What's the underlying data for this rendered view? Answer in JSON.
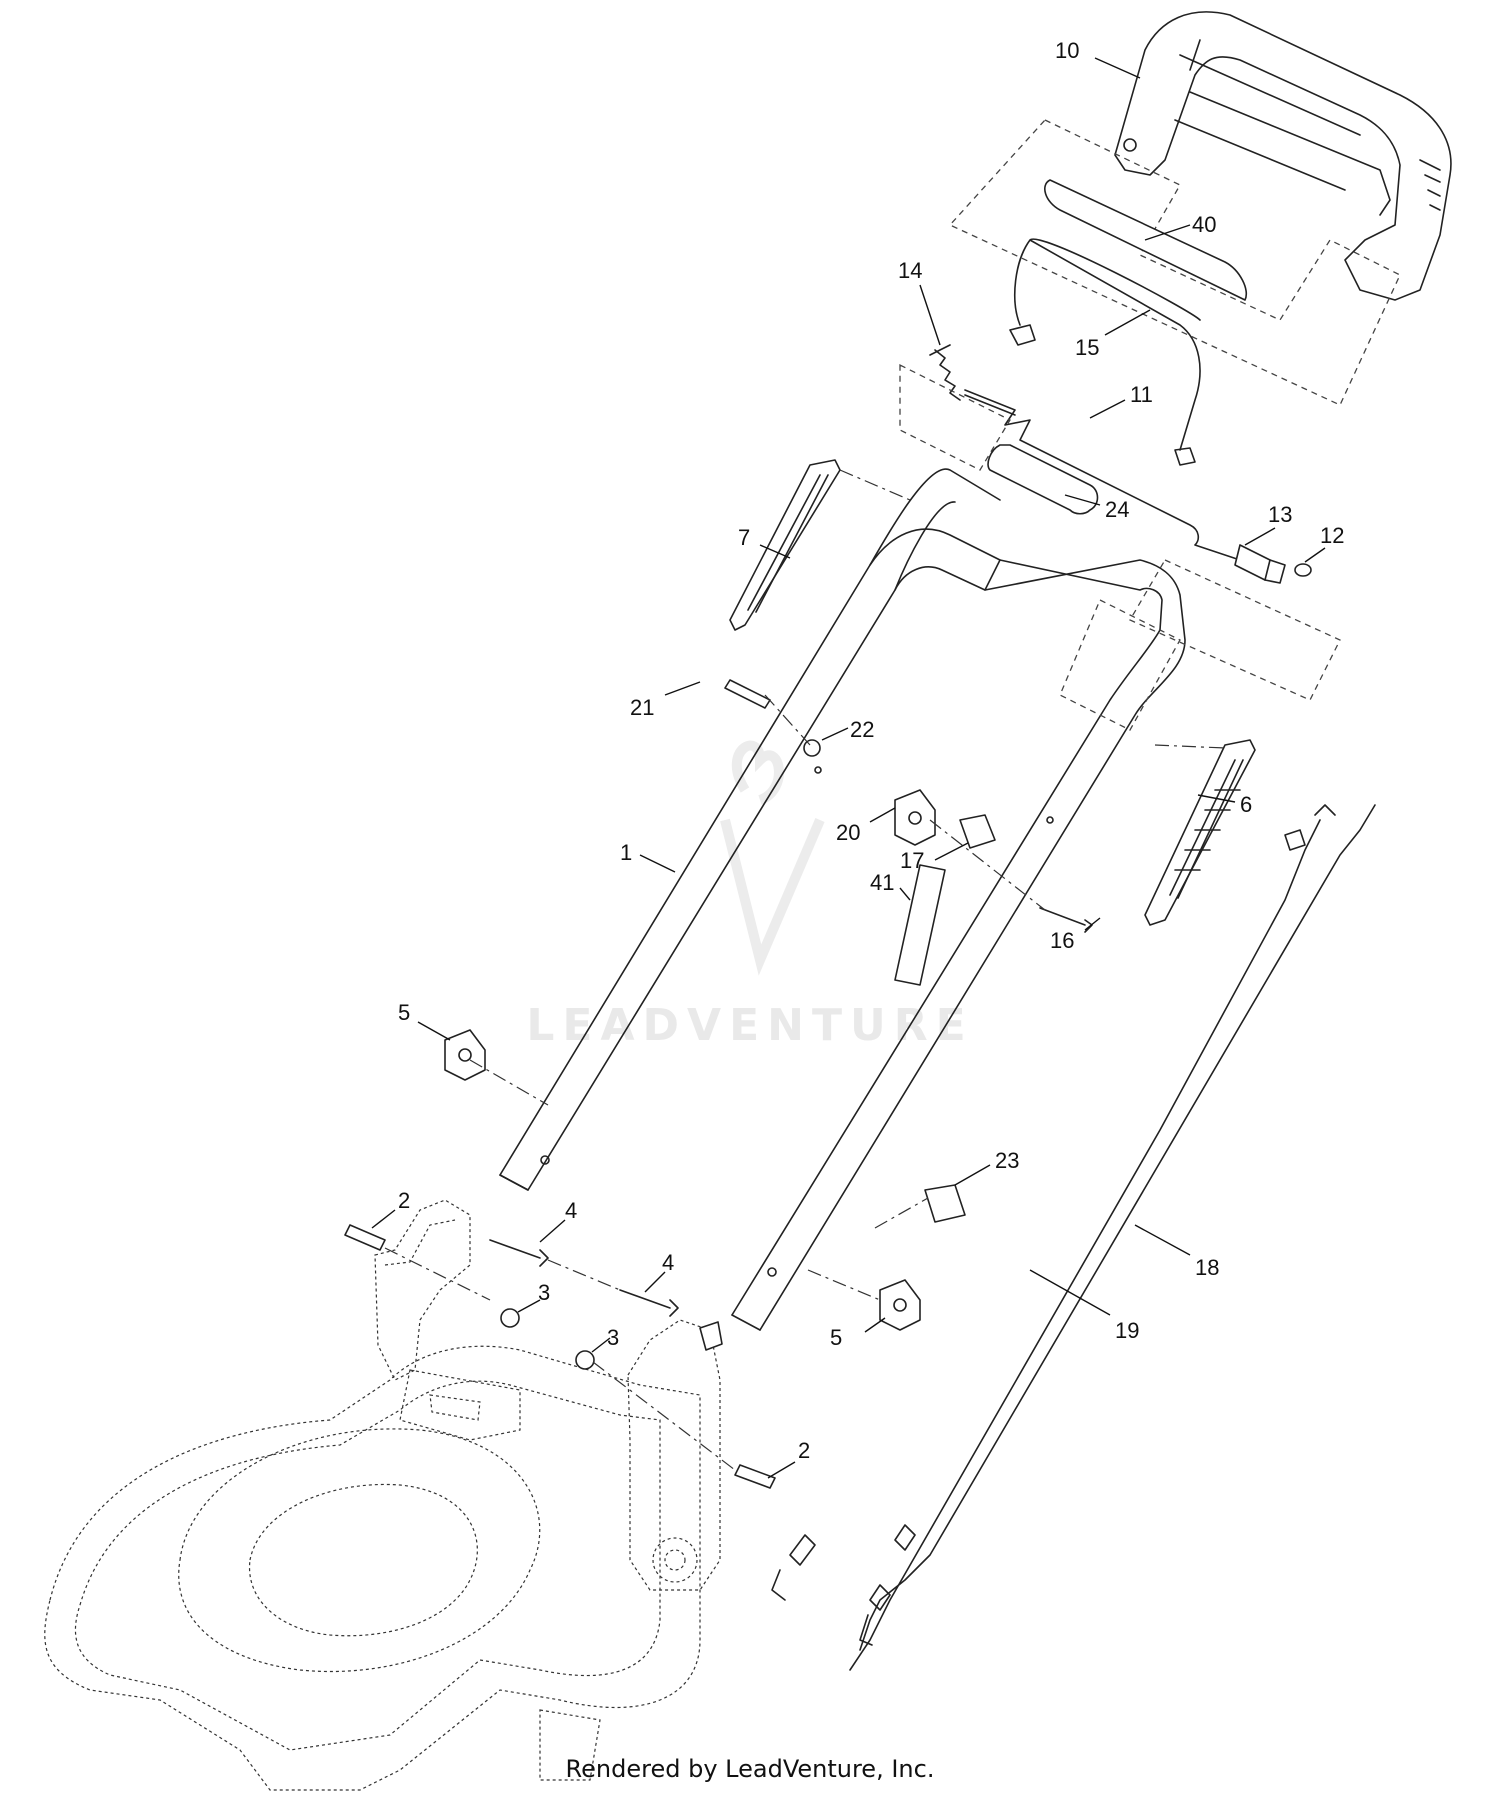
{
  "footer": {
    "text": "Rendered by LeadVenture, Inc."
  },
  "watermark": {
    "text": "LEADVENTURE"
  },
  "callouts": [
    "10",
    "40",
    "14",
    "15",
    "11",
    "24",
    "13",
    "12",
    "7",
    "21",
    "22",
    "6",
    "20",
    "17",
    "1",
    "41",
    "16",
    "5",
    "23",
    "2",
    "4",
    "3",
    "4",
    "3",
    "5",
    "18",
    "19",
    "2"
  ]
}
